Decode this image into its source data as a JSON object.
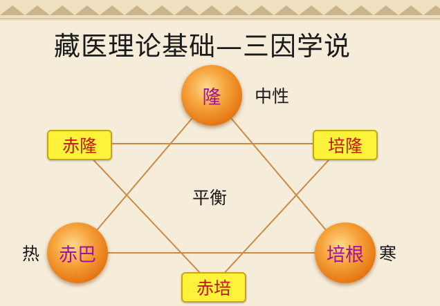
{
  "title": "藏医理论基础—三因学说",
  "nodes": {
    "jiang": "隆",
    "chiba": "赤巴",
    "peigen": "培根",
    "chijiang": "赤隆",
    "peijiang": "培隆",
    "chipei": "赤培"
  },
  "labels": {
    "neutral": "中性",
    "balance": "平衡",
    "hot": "热",
    "cold": "寒"
  },
  "colors": {
    "circle": "#f29a2e",
    "box_fill": "#fff23a",
    "circle_text": "#a0129c",
    "box_text": "#c2160f",
    "line": "#c98a48"
  }
}
